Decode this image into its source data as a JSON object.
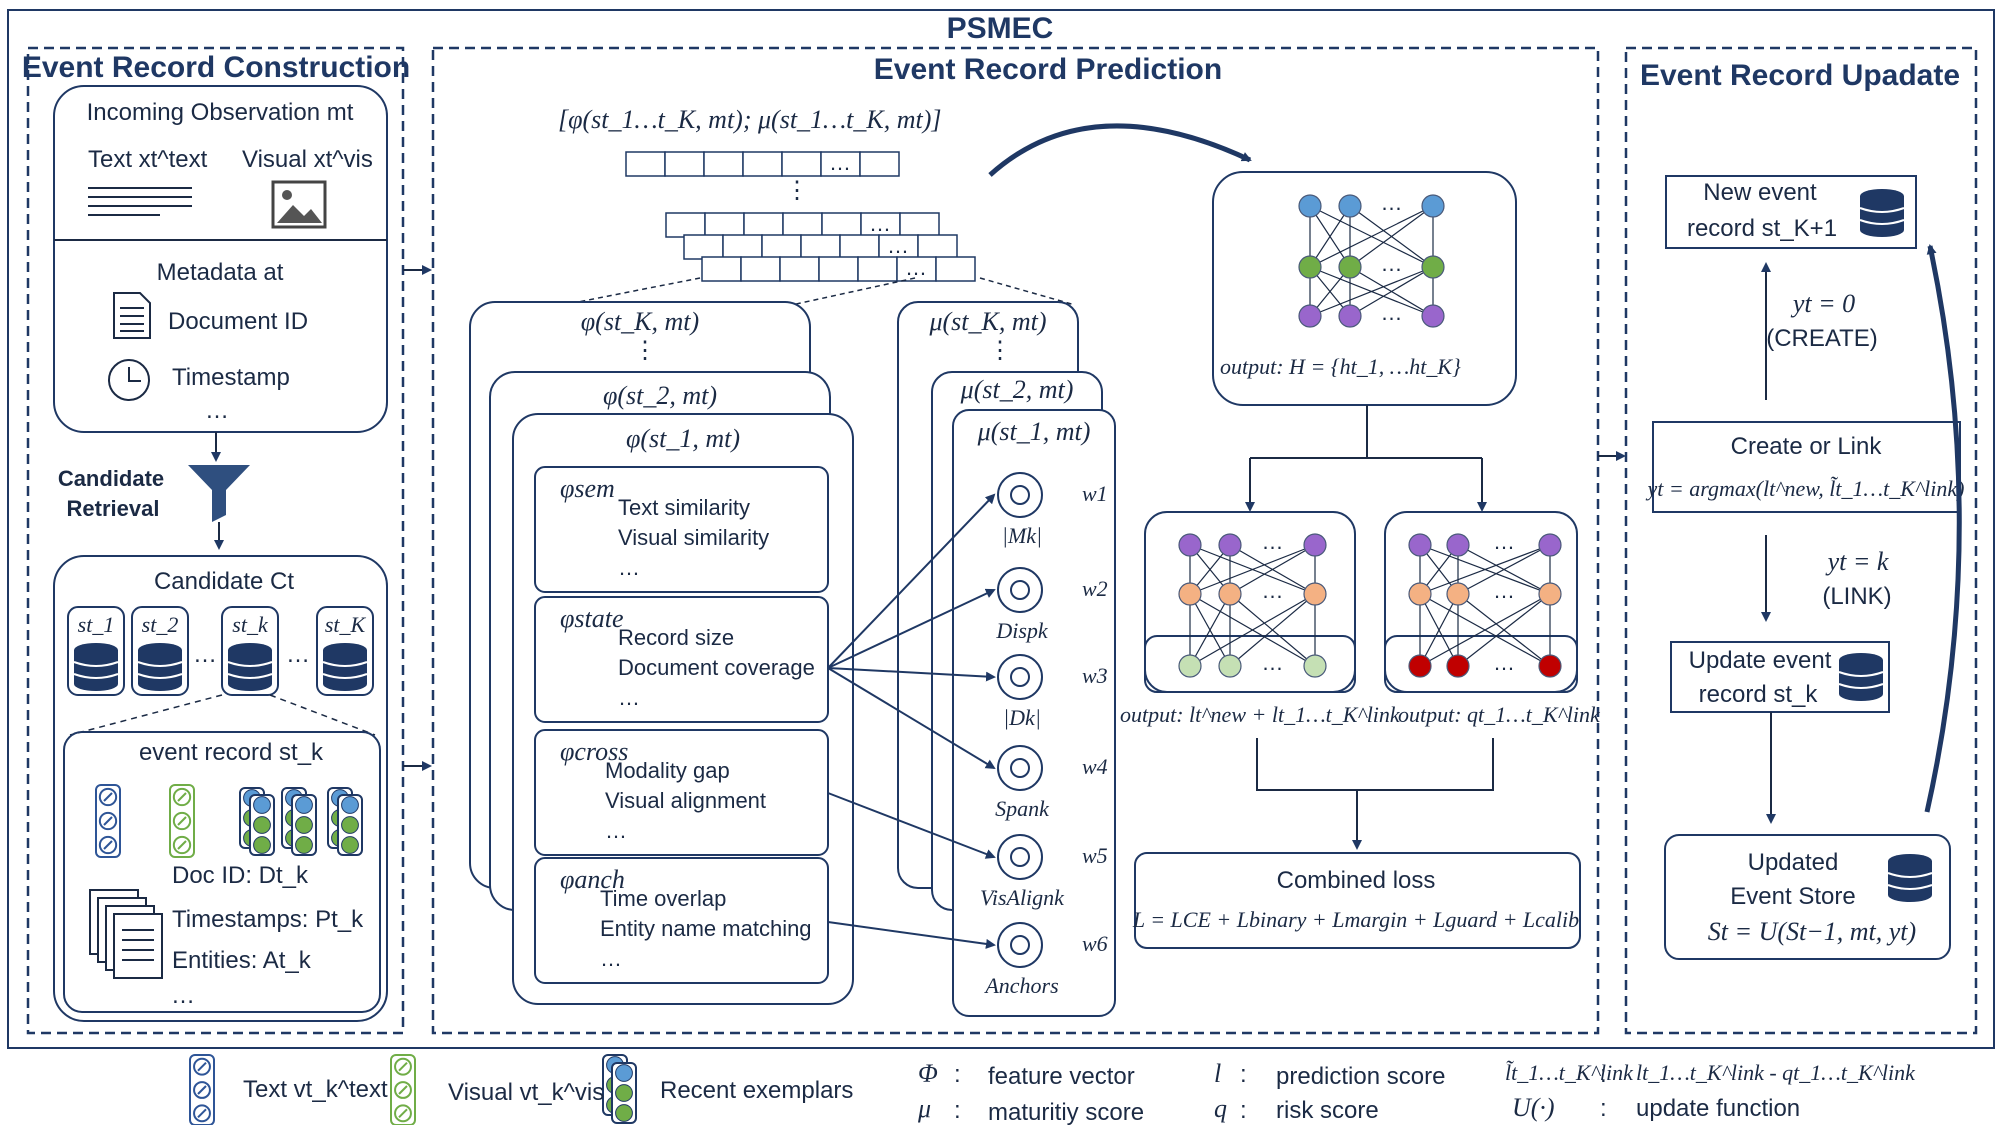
{
  "title": "PSMEC",
  "sections": {
    "construction": "Event Record Construction",
    "prediction": "Event Record Prediction",
    "update": "Event Record Upadate"
  },
  "construction": {
    "incoming": "Incoming Observation mt",
    "text_label": "Text xt^text",
    "visual_label": "Visual xt^vis",
    "metadata": "Metadata at",
    "document_id": "Document ID",
    "timestamp": "Timestamp",
    "ellipsis": "…",
    "candidate_retrieval_1": "Candidate",
    "candidate_retrieval_2": "Retrieval",
    "candidate": "Candidate Ct",
    "records": [
      "st_1",
      "st_2",
      "st_k",
      "st_K"
    ],
    "event_record": "event record st_k",
    "doc_id": "Doc ID: Dt_k",
    "timestamps": "Timestamps: Pt_k",
    "entities": "Entities:  At_k"
  },
  "prediction": {
    "concat": "[φ(st_1…t_K, mt); μ(st_1…t_K, mt)]",
    "phi_K": "φ(st_K, mt)",
    "phi_2": "φ(st_2, mt)",
    "phi_1": "φ(st_1, mt)",
    "mu_K": "μ(st_K, mt)",
    "mu_2": "μ(st_2, mt)",
    "mu_1": "μ(st_1, mt)",
    "features": [
      {
        "name": "φsem",
        "items": [
          "Text similarity",
          "Visual similarity",
          "…"
        ]
      },
      {
        "name": "φstate",
        "items": [
          "Record size",
          "Document coverage",
          "…"
        ]
      },
      {
        "name": "φcross",
        "items": [
          "Modality gap",
          "Visual alignment",
          "…"
        ]
      },
      {
        "name": "φanch",
        "items": [
          "Time overlap",
          "Entity name matching",
          "…"
        ]
      }
    ],
    "maturity": [
      {
        "label": "|Mk|",
        "weight": "w1"
      },
      {
        "label": "Dispk",
        "weight": "w2"
      },
      {
        "label": "|Dk|",
        "weight": "w3"
      },
      {
        "label": "Spank",
        "weight": "w4"
      },
      {
        "label": "VisAlignk",
        "weight": "w5"
      },
      {
        "label": "Anchors",
        "weight": "w6"
      }
    ],
    "output_H": "output: H = {ht_1, …ht_K}",
    "output_l": "output: lt^new + lt_1…t_K^link",
    "output_q": "output: qt_1…t_K^link",
    "loss_title": "Combined loss",
    "loss_formula": "L = LCE + Lbinary + Lmargin + Lguard + Lcalib"
  },
  "update": {
    "new_record": "New event",
    "new_record_2": "record st_K+1",
    "y0": "yt = 0",
    "create": "(CREATE)",
    "create_or_link": "Create or Link",
    "argmax": "yt = argmax(lt^new, l̃t_1…t_K^link)",
    "yk": "yt = k",
    "link": "(LINK)",
    "update_record": "Update event",
    "update_record_2": "record st_k",
    "updated": "Updated",
    "event_store": "Event Store",
    "store_formula": "St = U(St−1, mt, yt)"
  },
  "legend": {
    "text": "Text vt_k^text",
    "visual": "Visual vt_k^vis",
    "recent": "Recent exemplars",
    "phi_sym": "Φ",
    "phi_desc": "feature vector",
    "mu_sym": "μ",
    "mu_desc": "maturitiy score",
    "l_sym": "l",
    "l_desc": "prediction score",
    "q_sym": "q",
    "q_desc": "risk score",
    "ltilde_sym": "l̃t_1…t_K^link",
    "ltilde_desc": "lt_1…t_K^link - qt_1…t_K^link",
    "u_sym": "U(·)",
    "u_desc": "update function",
    "colon": ":"
  },
  "colors": {
    "frame": "#1f3864",
    "blue_node": "#5b9bd5",
    "green_node": "#70ad47",
    "purple_node": "#9966cc",
    "orange_node": "#f4b183",
    "light_green_node": "#c5e0b4",
    "red_node": "#c00000",
    "db": "#1f3864"
  }
}
